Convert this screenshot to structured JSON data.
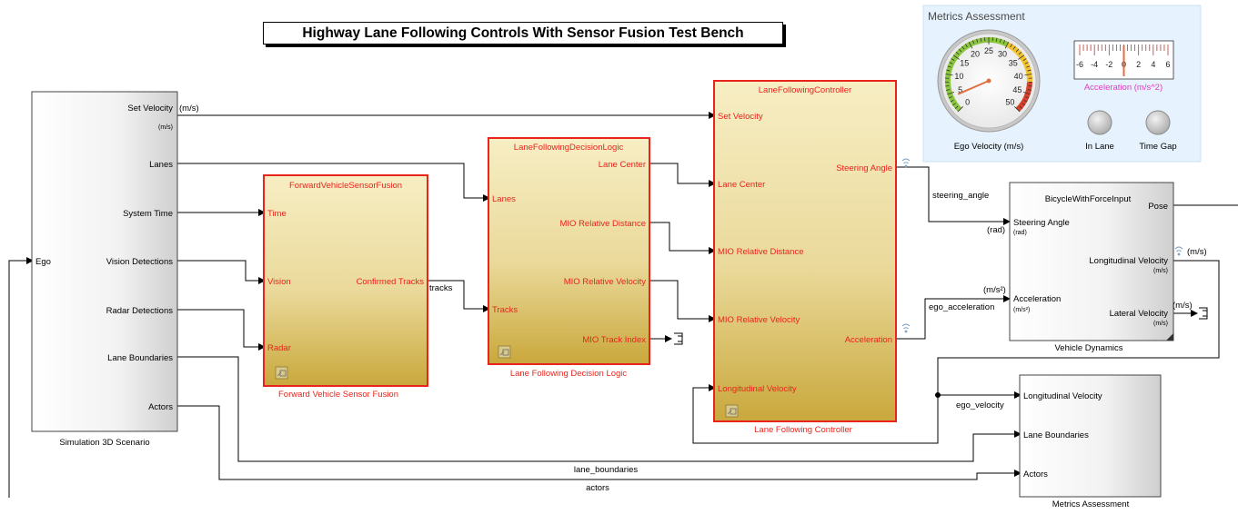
{
  "title": "Highway Lane Following Controls With Sensor Fusion Test Bench",
  "scenario": {
    "name": "Simulation 3D Scenario",
    "input": "Ego",
    "outputs": [
      "Set Velocity",
      "Lanes",
      "System Time",
      "Vision Detections",
      "Radar Detections",
      "Lane Boundaries",
      "Actors"
    ],
    "unit": "(m/s)"
  },
  "fusion": {
    "name": "Forward Vehicle Sensor Fusion",
    "header": "ForwardVehicleSensorFusion",
    "inputs": [
      "Time",
      "Vision",
      "Radar"
    ],
    "output": "Confirmed Tracks"
  },
  "decision": {
    "name": "Lane Following Decision Logic",
    "header": "LaneFollowingDecisionLogic",
    "inputs": [
      "Lanes",
      "Tracks"
    ],
    "outputs": [
      "Lane Center",
      "MIO Relative Distance",
      "MIO Relative Velocity",
      "MIO Track Index"
    ]
  },
  "controller": {
    "name": "Lane Following Controller",
    "header": "LaneFollowingController",
    "inputs": [
      "Set Velocity",
      "Lane Center",
      "MIO Relative Distance",
      "MIO Relative Velocity",
      "Longitudinal Velocity"
    ],
    "outputs": [
      "Steering Angle",
      "Acceleration"
    ]
  },
  "dynamics": {
    "name": "Vehicle Dynamics",
    "header": "BicycleWithForceInput",
    "inputs": [
      "Steering Angle",
      "Acceleration"
    ],
    "input_units": [
      "(rad)",
      "(m/s²)"
    ],
    "outputs": [
      "Pose",
      "Longitudinal Velocity",
      "Lateral Velocity"
    ],
    "output_units": [
      "(m/s)",
      "(m/s)"
    ]
  },
  "metrics": {
    "name": "Metrics Assessment",
    "inputs": [
      "Longitudinal Velocity",
      "Lane Boundaries",
      "Actors"
    ]
  },
  "signals": {
    "set_velocity_unit": "(m/s)",
    "tracks": "tracks",
    "steering_angle": "steering_angle",
    "ego_acceleration": "ego_acceleration",
    "ego_velocity": "ego_velocity",
    "lane_boundaries": "lane_boundaries",
    "actors": "actors",
    "rad": "(rad)",
    "accel_unit": "(m/s²)",
    "vel_unit": "(m/s)"
  },
  "dashboard": {
    "title": "Metrics Assessment",
    "gauge_label": "Ego Velocity (m/s)",
    "gauge_ticks": [
      "0",
      "5",
      "10",
      "15",
      "20",
      "25",
      "30",
      "35",
      "40",
      "45",
      "50"
    ],
    "gauge_value": 4,
    "accel_label": "Acceleration (m/s^2)",
    "accel_ticks": [
      "-6",
      "-4",
      "-2",
      "0",
      "2",
      "4",
      "6"
    ],
    "accel_value": 0,
    "lamp_labels": [
      "In Lane",
      "Time Gap"
    ]
  },
  "colors": {
    "block_fill": "#ece2a6",
    "block_border": "#e8241c",
    "port_text_red": "#e8241c",
    "dashboard_bg": "#e6f2fd",
    "accel_label": "#e03cc0"
  }
}
